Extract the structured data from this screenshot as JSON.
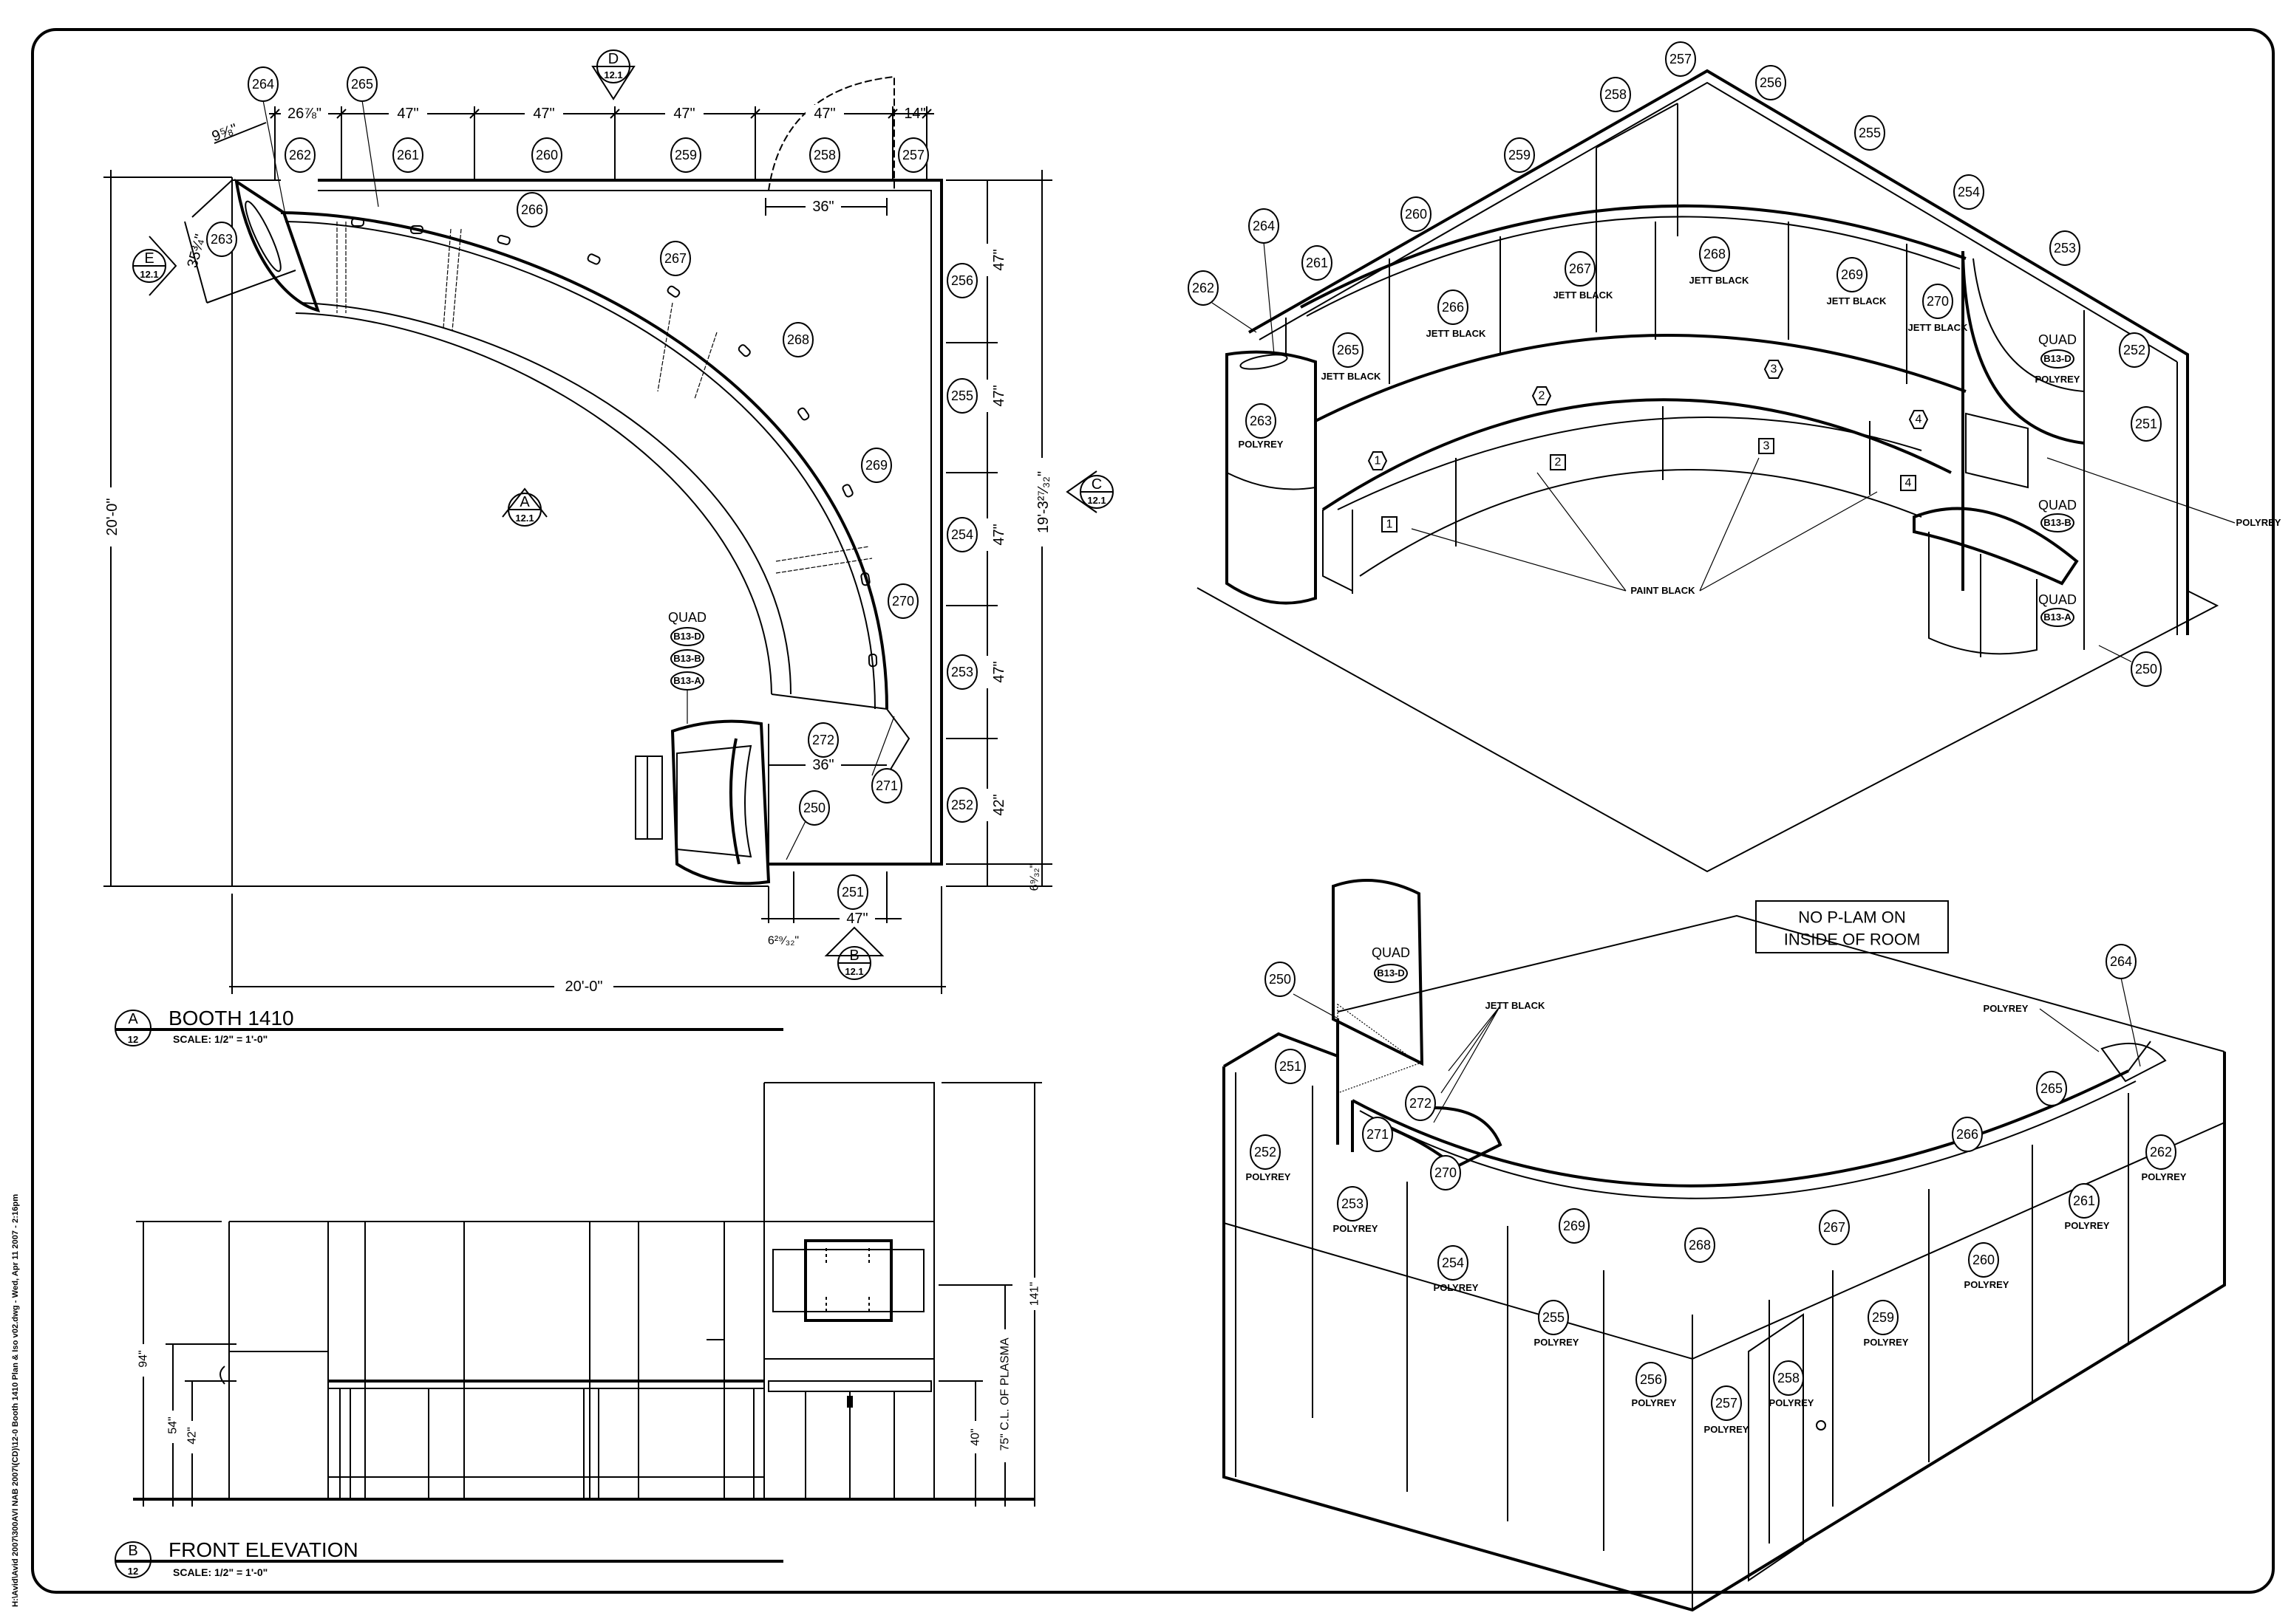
{
  "file_path": "H:\\Avid\\Avid 2007\\300AVI NAB 2007\\(CD)\\12-0 Booth 1410 Plan & Iso v02.dwg - Wed, Apr 11 2007 - 2:16pm",
  "plan": {
    "title": "BOOTH 1410",
    "title_marker": {
      "letter": "A",
      "sheet": "12"
    },
    "scale": "SCALE:   1/2\" = 1'-0\"",
    "section_markers": [
      {
        "letter": "D",
        "sheet": "12.1"
      },
      {
        "letter": "E",
        "sheet": "12.1"
      },
      {
        "letter": "A",
        "sheet": "12.1"
      },
      {
        "letter": "C",
        "sheet": "12.1"
      },
      {
        "letter": "B",
        "sheet": "12.1"
      }
    ],
    "balloons": [
      "264",
      "265",
      "262",
      "261",
      "260",
      "259",
      "258",
      "257",
      "263",
      "266",
      "267",
      "268",
      "269",
      "270",
      "256",
      "255",
      "254",
      "253",
      "252",
      "272",
      "271",
      "250",
      "251"
    ],
    "top_dims": [
      "26⅞\"",
      "47\"",
      "47\"",
      "47\"",
      "47\"",
      "14\""
    ],
    "side_dims": [
      "47\"",
      "47\"",
      "47\"",
      "47\"",
      "42\""
    ],
    "dims": {
      "angled_top": "9⅝\"",
      "angled_side": "35¾\"",
      "door_top": "36\"",
      "desk_width": "36\"",
      "bottom_panel": "47\"",
      "bottom_offset": "6²⁹⁄₃₂\"",
      "right_offset": "6⁹⁄₃₂\"",
      "overall_left": "20'-0\"",
      "overall_bottom": "20'-0\"",
      "overall_right": "19'-3²⁷⁄₃₂\""
    },
    "quad": {
      "label": "QUAD",
      "units": [
        "B13-D",
        "B13-B",
        "B13-A"
      ]
    }
  },
  "elevation": {
    "title": "FRONT ELEVATION",
    "title_marker": {
      "letter": "B",
      "sheet": "12"
    },
    "scale": "SCALE:   1/2\" = 1'-0\"",
    "dims": {
      "h94": "94\"",
      "h54": "54\"",
      "h42": "42\"",
      "h141": "141\"",
      "plasma": "75\" C.L. OF PLASMA",
      "h40": "40\""
    }
  },
  "iso_top": {
    "balloons": [
      "257",
      "256",
      "258",
      "255",
      "259",
      "254",
      "260",
      "264",
      "253",
      "261",
      "268",
      "267",
      "269",
      "262",
      "266",
      "270",
      "265",
      "252",
      "263",
      "251",
      "250"
    ],
    "finish_jett": "JETT BLACK",
    "finish_poly": "POLYREY",
    "paint_black": "PAINT BLACK",
    "quad": "QUAD",
    "quad_units": [
      "B13-D",
      "B13-B",
      "B13-A"
    ],
    "hex_tags": [
      "1",
      "2",
      "3",
      "4"
    ],
    "square_tags": [
      "1",
      "2",
      "3",
      "4"
    ]
  },
  "iso_bottom": {
    "balloons": [
      "250",
      "251",
      "252",
      "253",
      "254",
      "255",
      "256",
      "257",
      "258",
      "259",
      "260",
      "261",
      "262",
      "264",
      "265",
      "266",
      "267",
      "268",
      "269",
      "270",
      "271",
      "272"
    ],
    "finish_poly": "POLYREY",
    "finish_jett": "JETT BLACK",
    "quad": "QUAD",
    "quad_unit": "B13-D",
    "note": [
      "NO P-LAM ON",
      "INSIDE OF ROOM"
    ]
  }
}
